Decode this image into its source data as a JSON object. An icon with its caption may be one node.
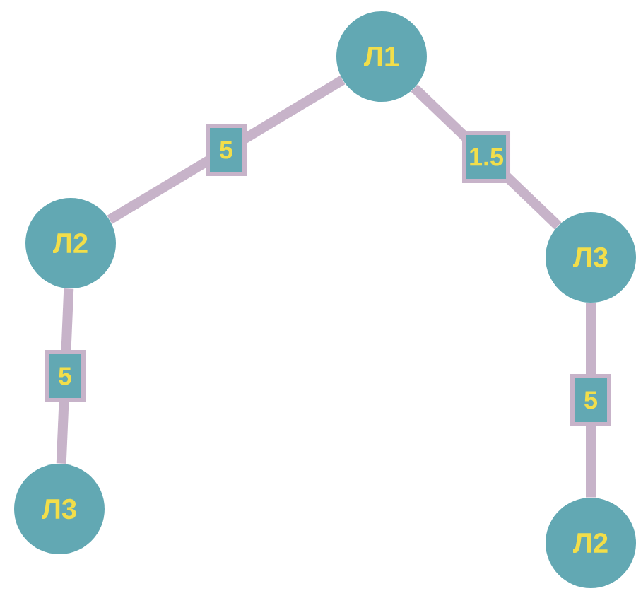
{
  "diagram": {
    "nodes": [
      {
        "text": [
          "Л1"
        ]
      },
      {
        "text": [
          "Л2"
        ]
      },
      {
        "text": [
          "Л3"
        ]
      },
      {
        "text": [
          "Л3"
        ]
      },
      {
        "text": [
          "Л2"
        ]
      }
    ],
    "edges": [
      {
        "from": 0,
        "to": 1,
        "arrow": "none",
        "label": "5"
      },
      {
        "from": 0,
        "to": 2,
        "arrow": "none",
        "label": "1.5"
      },
      {
        "from": 1,
        "to": 3,
        "arrow": "none",
        "label": "5"
      },
      {
        "from": 2,
        "to": 4,
        "arrow": "none",
        "label": "5"
      }
    ]
  }
}
